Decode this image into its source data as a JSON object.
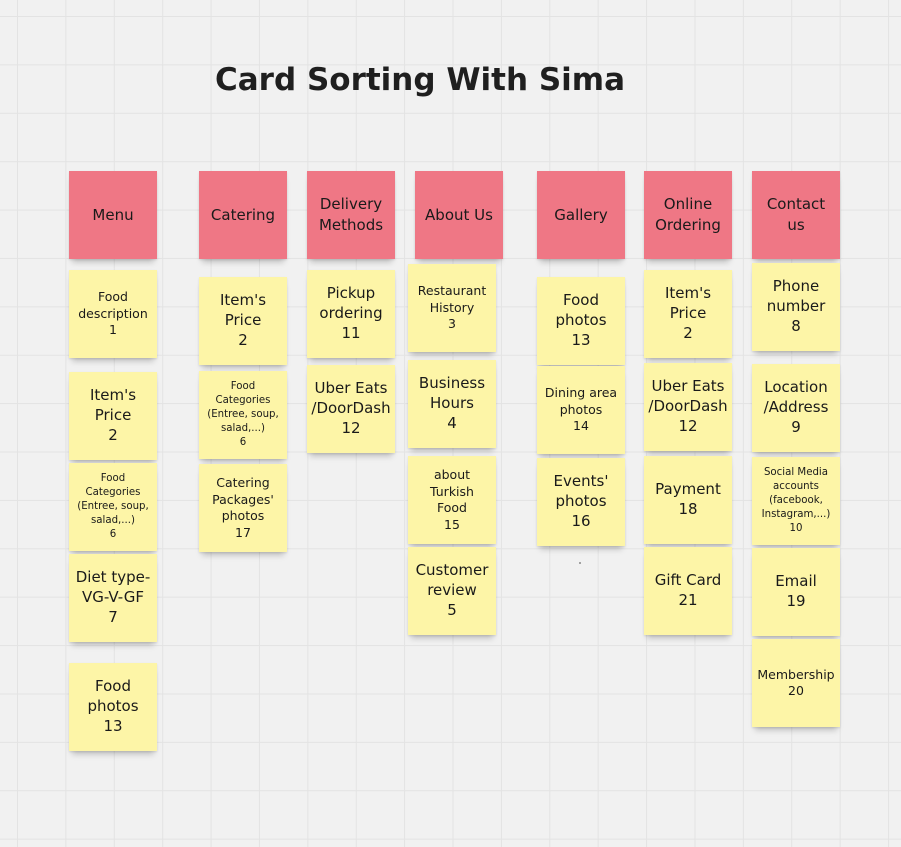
{
  "board": {
    "title": "Card Sorting With Sima",
    "columns": [
      {
        "header": "Menu",
        "cards": [
          {
            "text": "Food\ndescription\n1",
            "size": "small"
          },
          {
            "text": "Item's\nPrice\n2",
            "size": "normal"
          },
          {
            "text": "Food\nCategories\n(Entree, soup,\nsalad,...)\n6",
            "size": "tiny"
          },
          {
            "text": "Diet type-\nVG-V-GF\n7",
            "size": "normal"
          },
          {
            "text": "Food\nphotos\n13",
            "size": "normal"
          }
        ]
      },
      {
        "header": "Catering",
        "cards": [
          {
            "text": "Item's\nPrice\n2",
            "size": "normal"
          },
          {
            "text": "Food\nCategories\n(Entree, soup,\nsalad,...)\n6",
            "size": "tiny"
          },
          {
            "text": "Catering\nPackages'\nphotos\n17",
            "size": "small"
          }
        ]
      },
      {
        "header": "Delivery\nMethods",
        "cards": [
          {
            "text": "Pickup\nordering\n11",
            "size": "normal"
          },
          {
            "text": "Uber Eats\n/DoorDash\n12",
            "size": "normal"
          }
        ]
      },
      {
        "header": "About Us",
        "cards": [
          {
            "text": "Restaurant\nHistory\n3",
            "size": "small"
          },
          {
            "text": "Business\nHours\n4",
            "size": "normal"
          },
          {
            "text": "about\nTurkish\nFood\n15",
            "size": "small"
          },
          {
            "text": "Customer\nreview\n5",
            "size": "normal"
          }
        ]
      },
      {
        "header": "Gallery",
        "cards": [
          {
            "text": "Food\nphotos\n13",
            "size": "normal"
          },
          {
            "text": "Dining area\nphotos\n14",
            "size": "small"
          },
          {
            "text": "Events'\nphotos\n16",
            "size": "normal"
          }
        ]
      },
      {
        "header": "Online\nOrdering",
        "cards": [
          {
            "text": "Item's\nPrice\n2",
            "size": "normal"
          },
          {
            "text": "Uber Eats\n/DoorDash\n12",
            "size": "normal"
          },
          {
            "text": "Payment\n18",
            "size": "normal"
          },
          {
            "text": "Gift Card\n21",
            "size": "normal"
          }
        ]
      },
      {
        "header": "Contact\nus",
        "cards": [
          {
            "text": "Phone\nnumber\n8",
            "size": "normal"
          },
          {
            "text": "Location\n/Address\n9",
            "size": "normal"
          },
          {
            "text": "Social Media\naccounts\n(facebook,\nInstagram,...)\n10",
            "size": "tiny"
          },
          {
            "text": "Email\n19",
            "size": "normal"
          },
          {
            "text": "Membership\n20",
            "size": "small"
          }
        ]
      }
    ]
  },
  "colors": {
    "header_note": "#ef7785",
    "card_note": "#fdf5a7",
    "background": "#f1f1f1",
    "grid_line": "#e3e3e3"
  }
}
